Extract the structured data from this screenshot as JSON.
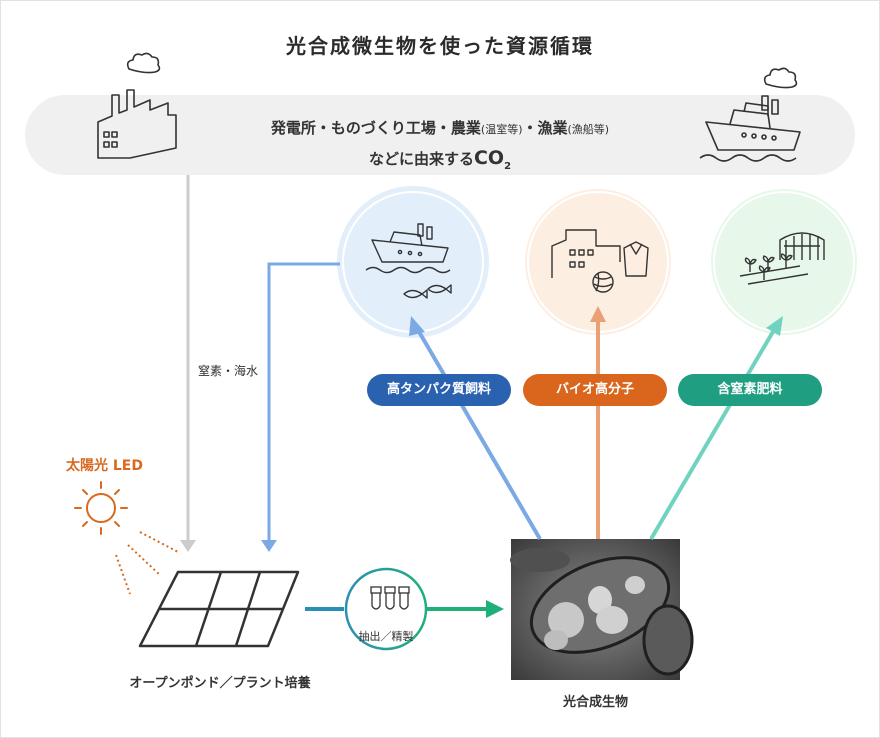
{
  "title": "光合成微生物を使った資源循環",
  "source": {
    "line1_main_1": "発電所・ものづくり工場・農業",
    "line1_small_1": "(温室等)",
    "line1_main_2": "・漁業",
    "line1_small_2": "(漁船等)",
    "line2_main": "などに由来する",
    "co2": "CO",
    "co2_sub": "2"
  },
  "labels": {
    "nitrogen_seawater": "窒素・海水",
    "sun": "太陽光 LED",
    "pond": "オープンポンド／プラント培養",
    "extract": "抽出／精製",
    "microbe": "光合成生物"
  },
  "outputs": [
    {
      "label": "高タンパク質飼料",
      "color": "#2a62b0"
    },
    {
      "label": "バイオ高分子",
      "color": "#d9661c"
    },
    {
      "label": "含窒素肥料",
      "color": "#1f9e82"
    }
  ],
  "colors": {
    "title_line": "#2a8fa6",
    "gray_arrow": "#cccccc",
    "blue_arrow": "#7aa9e3",
    "orange_arrow": "#e8a074",
    "teal_arrow": "#6fd3bf",
    "circle_blue": "#e3eefb",
    "circle_orange": "#fdeee2",
    "circle_green": "#e7f7ea",
    "sun": "#d8691e"
  },
  "icons": [
    "factory-icon",
    "ship-icon",
    "fish-icon",
    "factory-yarn-shirt-icon",
    "greenhouse-sprout-icon",
    "sun-icon",
    "pond-panel-icon",
    "test-tubes-icon"
  ]
}
